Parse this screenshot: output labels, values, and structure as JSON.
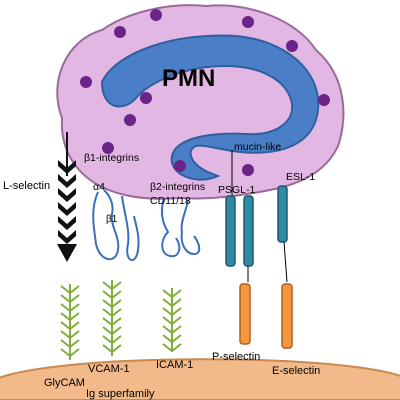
{
  "cell": {
    "title": "PMN",
    "fill": "#e3b7e3",
    "stroke": "#9a6a9a",
    "nucleus_fill": "#4a7fc7",
    "granule_fill": "#6b2487"
  },
  "leukocyte_molecules": {
    "l_selectin": "L-selectin",
    "beta1_integrins": "β1-integrins",
    "alpha4": "α4",
    "beta1": "β1",
    "beta2_integrins": "β2-integrins",
    "cd11_18": "CD11/18",
    "mucin_like": "mucin-like",
    "psgl1": "PSGL-1",
    "esl1": "ESL-1"
  },
  "endothelial_molecules": {
    "glycam": "GlyCAM",
    "vcam1": "VCAM-1",
    "icam1": "ICAM-1",
    "p_selectin": "P-selectin",
    "e_selectin": "E-selectin",
    "ig_superfamily": "Ig superfamily"
  },
  "colors": {
    "endothelium_fill": "#f2b98a",
    "endothelium_stroke": "#c9894f",
    "integrin_stroke": "#3b6fb6",
    "mucin_fill": "#2f8aa6",
    "selectin_fill": "#f3983f",
    "ligand_stroke": "#7fae3a",
    "arrow_fill": "#111111"
  }
}
